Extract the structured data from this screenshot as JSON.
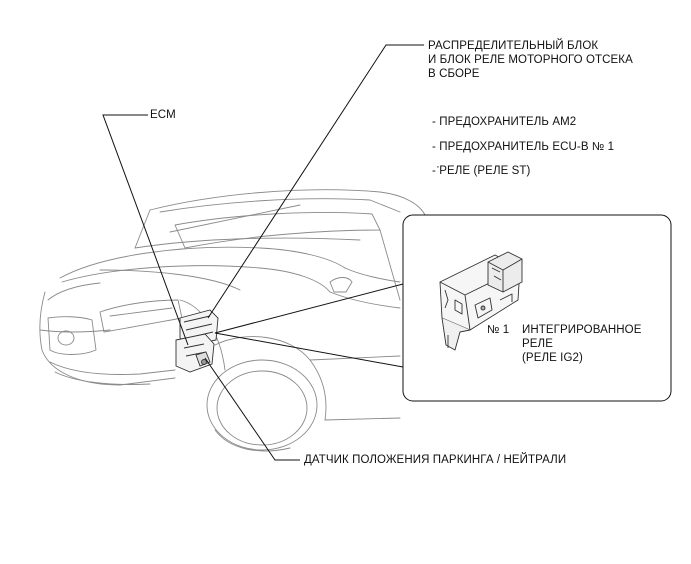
{
  "labels": {
    "junction_block": {
      "line1": "РАСПРЕДЕЛИТЕЛЬНЫЙ БЛОК",
      "line2": "И БЛОК РЕЛЕ МОТОРНОГО ОТСЕКА",
      "line3": "В СБОРЕ"
    },
    "components": [
      "- ПРЕДОХРАНИТЕЛЬ AM2",
      "- ПРЕДОХРАНИТЕЛЬ ECU-B № 1",
      "- РЕЛЕ  (РЕЛЕ ST)"
    ],
    "ecm": "ECM",
    "relay_number": "№ 1",
    "integrated_relay": {
      "line1": "ИНТЕГРИРОВАННОЕ",
      "line2": "РЕЛЕ",
      "line3": "(РЕЛЕ IG2)"
    },
    "park_neutral_sensor": "ДАТЧИК ПОЛОЖЕНИЯ ПАРКИНГА / НЕЙТРАЛИ"
  }
}
